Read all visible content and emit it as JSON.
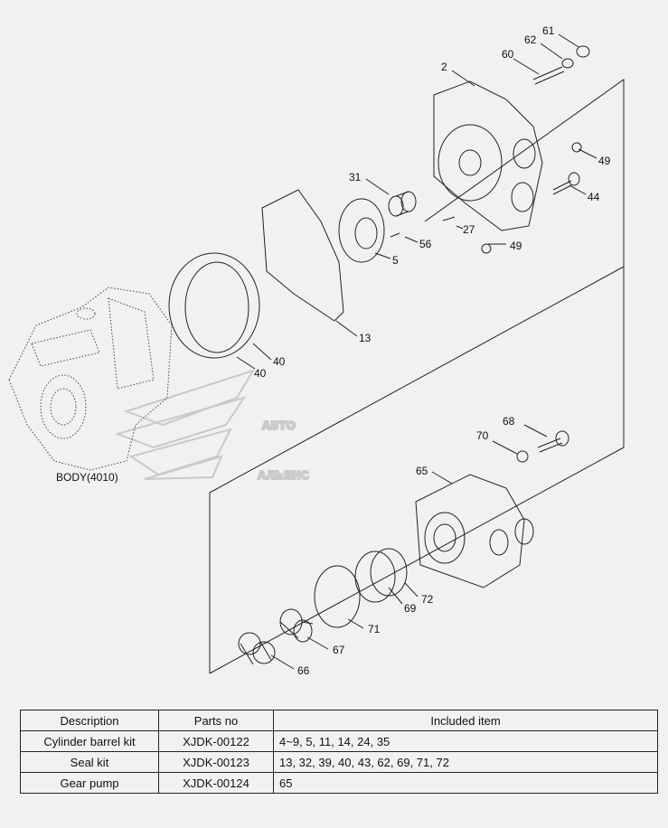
{
  "drawing": {
    "callouts": [
      "2",
      "31",
      "5",
      "13",
      "40",
      "40",
      "56",
      "27",
      "49",
      "49",
      "44",
      "60",
      "61",
      "62",
      "65",
      "66",
      "67",
      "68",
      "69",
      "70",
      "71",
      "72"
    ],
    "body_label": "BODY(4010)",
    "watermark": [
      "АВТО",
      "АЛЬЯНС"
    ]
  },
  "table": {
    "headers": [
      "Description",
      "Parts no",
      "Included item"
    ],
    "rows": [
      {
        "description": "Cylinder barrel kit",
        "parts_no": "XJDK-00122",
        "included": "4~9, 5, 11, 14, 24, 35"
      },
      {
        "description": "Seal kit",
        "parts_no": "XJDK-00123",
        "included": "13, 32, 39, 40, 43, 62, 69, 71, 72"
      },
      {
        "description": "Gear pump",
        "parts_no": "XJDK-00124",
        "included": "65"
      }
    ]
  }
}
